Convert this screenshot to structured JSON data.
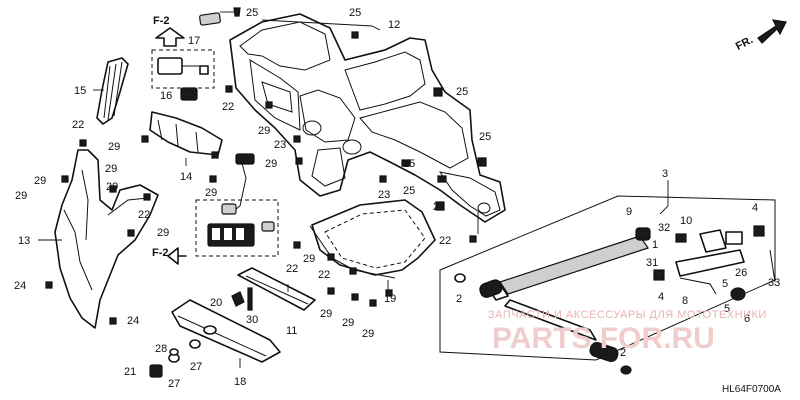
{
  "diagram_code": "HL64F0700A",
  "front_marker": "FR.",
  "detail_ref": "F-2",
  "watermark": {
    "top": "ЗАПЧАСТИ И АКСЕССУАРЫ ДЛЯ МОТОТЕХНИКИ",
    "brand": "PARTS FOR.RU"
  },
  "callouts": {
    "c1": "1",
    "c2a": "2",
    "c2b": "2",
    "c3": "3",
    "c4a": "4",
    "c4b": "4",
    "c5": "5",
    "c6": "6",
    "c8": "8",
    "c9": "9",
    "c10": "10",
    "c11": "11",
    "c12": "12",
    "c13": "13",
    "c14": "14",
    "c15": "15",
    "c16": "16",
    "c17": "17",
    "c18": "18",
    "c19": "19",
    "c20": "20",
    "c21": "21",
    "c22a": "22",
    "c22b": "22",
    "c22c": "22",
    "c22d": "22",
    "c22e": "22",
    "c22f": "22",
    "c23a": "23",
    "c23b": "23",
    "c24a": "24",
    "c24b": "24",
    "c25a": "25",
    "c25b": "25",
    "c25c": "25",
    "c25d": "25",
    "c25e": "25",
    "c25f": "25",
    "c26": "26",
    "c27a": "27",
    "c27b": "27",
    "c28": "28",
    "c29a": "29",
    "c29b": "29",
    "c29c": "29",
    "c29d": "29",
    "c29e": "29",
    "c29f": "29",
    "c29g": "29",
    "c29h": "29",
    "c29i": "29",
    "c29j": "29",
    "c29k": "29",
    "c30": "30",
    "c31": "31",
    "c32": "32",
    "c33": "33"
  }
}
